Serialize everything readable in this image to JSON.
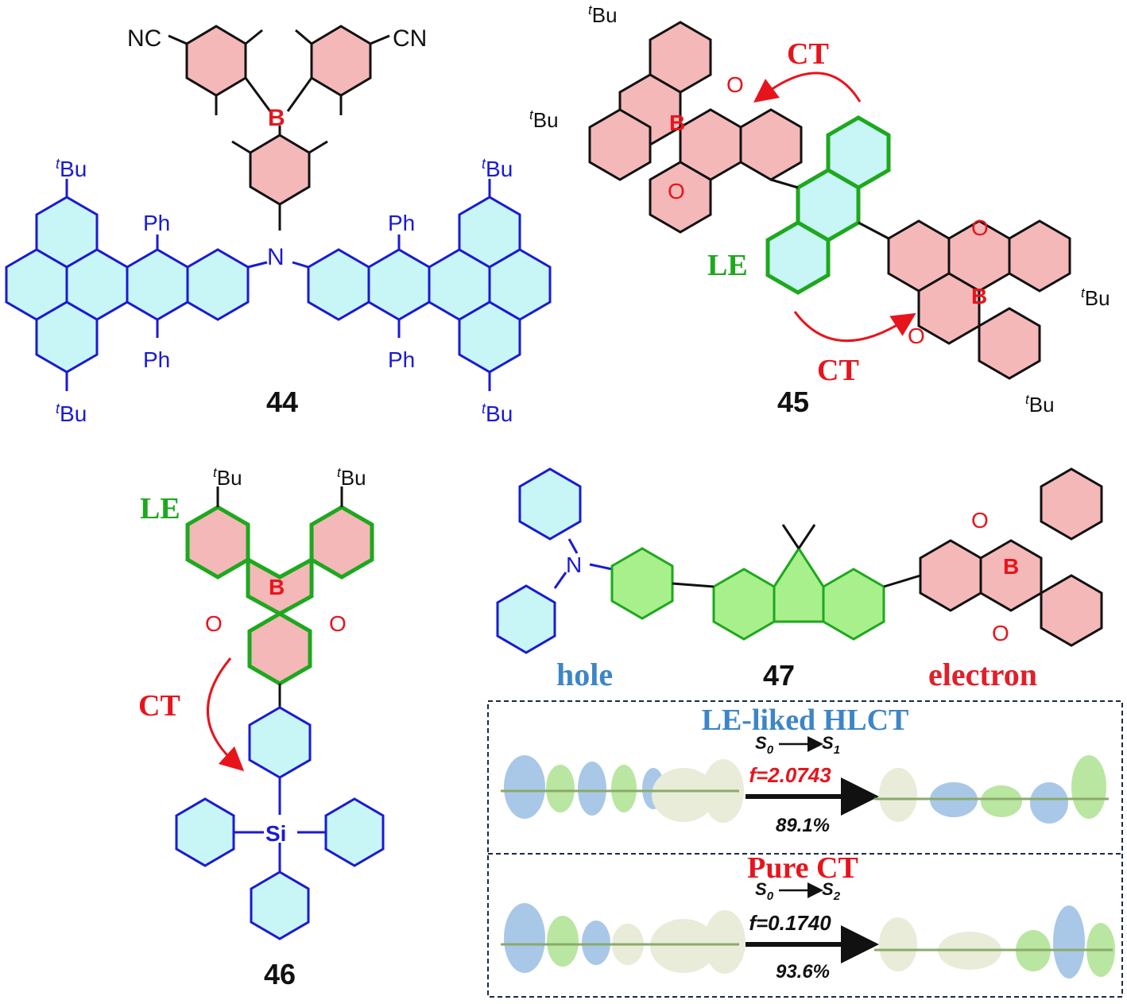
{
  "compounds": {
    "c44": {
      "id": "44",
      "substituents": {
        "nitrile": "NC",
        "nitrile_r": "CN",
        "tbu": "Bu",
        "tbu_sup": "t",
        "phenyl": "Ph",
        "nitrogen": "N",
        "boron": "B"
      }
    },
    "c45": {
      "id": "45",
      "tbu": "Bu",
      "tbu_sup": "t",
      "boron": "B",
      "oxygen": "O",
      "le": "LE",
      "ct_top": "CT",
      "ct_bottom": "CT"
    },
    "c46": {
      "id": "46",
      "tbu": "Bu",
      "tbu_sup": "t",
      "boron": "B",
      "oxygen": "O",
      "le": "LE",
      "ct": "CT",
      "silicon": "Si"
    },
    "c47": {
      "id": "47",
      "nitrogen": "N",
      "boron": "B",
      "oxygen": "O",
      "hole": "hole",
      "electron": "electron"
    }
  },
  "panels": {
    "top": {
      "title": "LE-liked HLCT",
      "s0": "S",
      "s0_sub": "0",
      "s1": "S",
      "s1_sub": "1",
      "f": "f=2.0743",
      "pct": "89.1%"
    },
    "bottom": {
      "title": "Pure CT",
      "s0": "S",
      "s0_sub": "0",
      "s1": "S",
      "s1_sub": "2",
      "f": "f=0.1740",
      "pct": "93.6%"
    }
  },
  "colors": {
    "blue": "#1a1ad6",
    "blue_fill": "#c8f6f6",
    "red": "#e8141c",
    "pink_fill": "#f4b8b8",
    "green": "#1ea81e",
    "green_fill": "#a8f08c",
    "black": "#111111",
    "hole": "#3d86c6",
    "electron": "#e0202a",
    "navy": "#1a2a4a"
  }
}
